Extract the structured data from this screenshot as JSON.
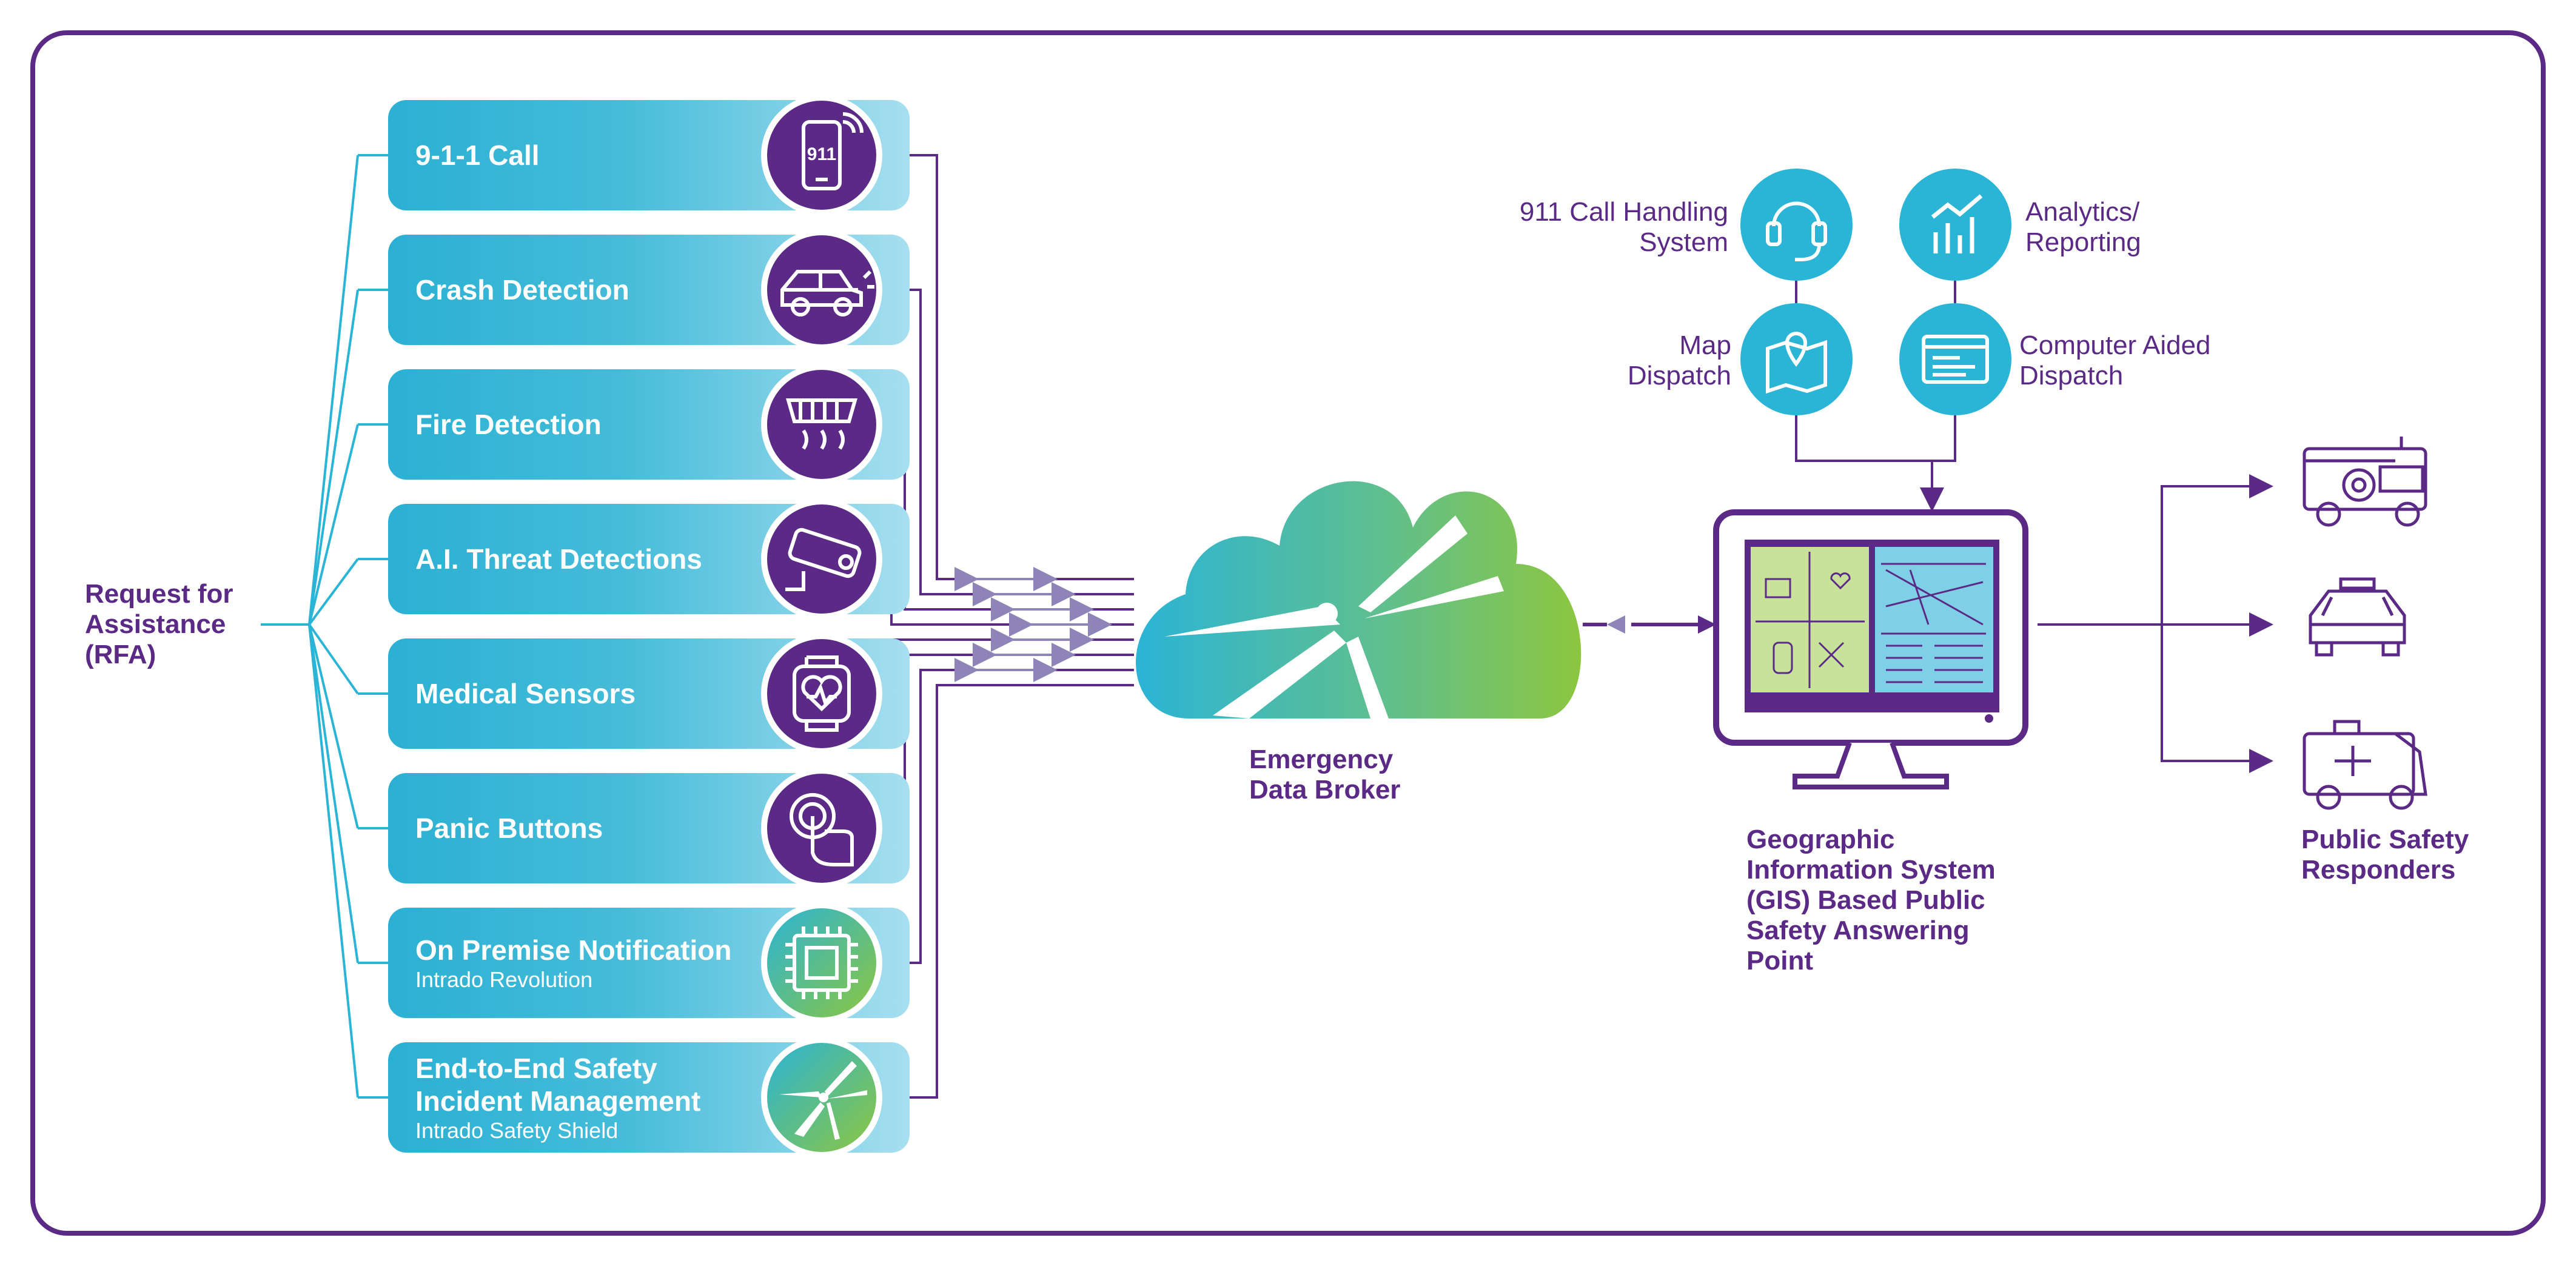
{
  "rfa_label": "Request for Assistance (RFA)",
  "sources": [
    {
      "title": "9-1-1 Call",
      "subtitle": "",
      "icon": "phone-911-icon",
      "icon_text": "911"
    },
    {
      "title": "Crash Detection",
      "subtitle": "",
      "icon": "car-crash-icon"
    },
    {
      "title": "Fire Detection",
      "subtitle": "",
      "icon": "smoke-detector-icon"
    },
    {
      "title": "A.I. Threat Detections",
      "subtitle": "",
      "icon": "security-camera-icon"
    },
    {
      "title": "Medical Sensors",
      "subtitle": "",
      "icon": "smartwatch-heart-icon"
    },
    {
      "title": "Panic Buttons",
      "subtitle": "",
      "icon": "finger-press-icon"
    },
    {
      "title": "On Premise Notification",
      "subtitle": "Intrado Revolution",
      "icon": "chip-icon"
    },
    {
      "title": "End-to-End Safety Incident Management",
      "subtitle": "Intrado Safety Shield",
      "icon": "dragonfly-logo-icon"
    }
  ],
  "broker_label": "Emergency Data Broker",
  "systems": {
    "call_handling": "911 Call Handling System",
    "analytics": "Analytics/ Reporting",
    "map_dispatch": "Map Dispatch",
    "cad": "Computer Aided Dispatch"
  },
  "psap_label": "Geographic Information System (GIS) Based Public Safety Answering Point",
  "responders_label": "Public Safety Responders",
  "colors": {
    "purple": "#5b2a86",
    "teal": "#2ab4d6",
    "green": "#8cc63f"
  }
}
